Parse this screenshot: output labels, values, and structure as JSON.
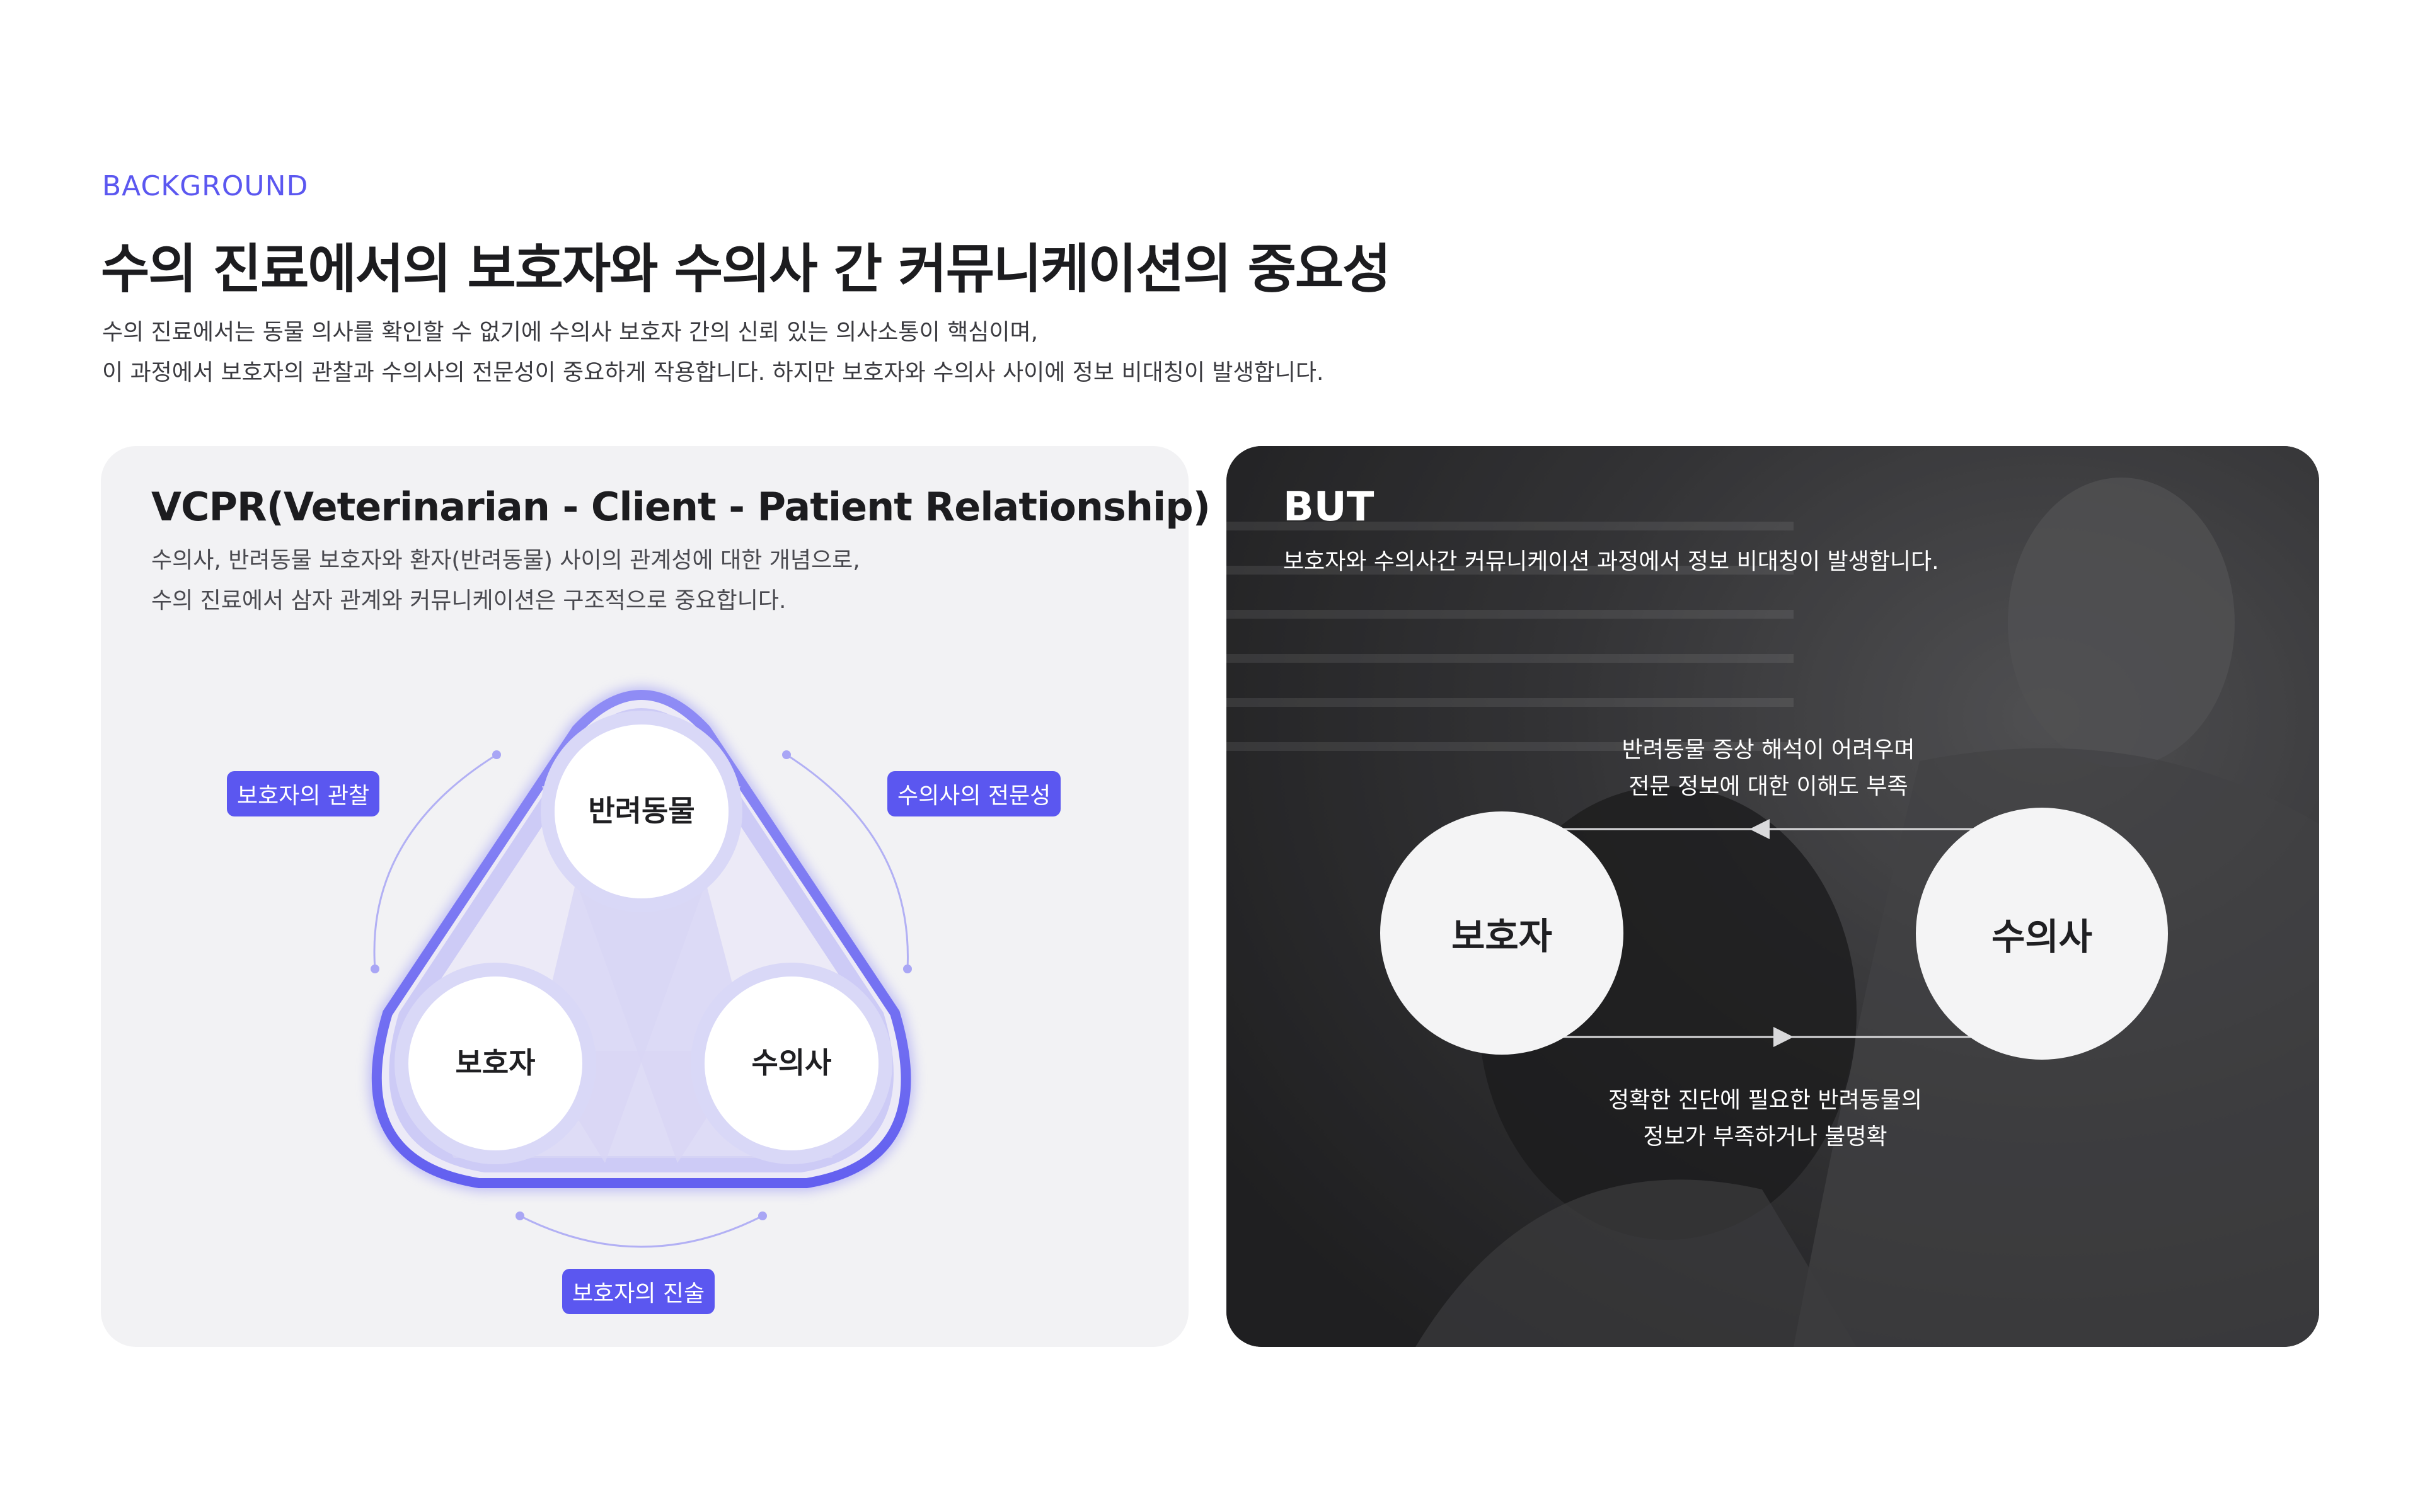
{
  "header": {
    "section_label": "BACKGROUND",
    "title": "수의 진료에서의 보호자와 수의사 간 커뮤니케이션의 중요성",
    "intro_line1": "수의 진료에서는 동물 의사를 확인할 수 없기에 수의사 보호자 간의 신뢰 있는 의사소통이 핵심이며,",
    "intro_line2": "이 과정에서 보호자의 관찰과 수의사의 전문성이 중요하게 작용합니다. 하지만 보호자와 수의사 사이에 정보 비대칭이 발생합니다."
  },
  "vcpr": {
    "title": "VCPR(Veterinarian - Client - Patient Relationship)",
    "desc_line1": "수의사, 반려동물 보호자와 환자(반려동물) 사이의 관계성에 대한 개념으로,",
    "desc_line2": "수의 진료에서 삼자 관계와 커뮤니케이션은 구조적으로 중요합니다.",
    "nodes": {
      "pet": "반려동물",
      "guardian": "보호자",
      "vet": "수의사"
    },
    "tags": {
      "observation": "보호자의 관찰",
      "expertise": "수의사의 전문성",
      "statement": "보호자의 진술"
    }
  },
  "but": {
    "title": "BUT",
    "desc": "보호자와 수의사간 커뮤니케이션 과정에서 정보 비대칭이 발생합니다.",
    "guardian": "보호자",
    "vet": "수의사",
    "top_note_line1": "반려동물 증상 해석이 어려우며",
    "top_note_line2": "전문 정보에 대한 이해도 부족",
    "bottom_note_line1": "정확한 진단에 필요한 반려동물의",
    "bottom_note_line2": "정보가 부족하거나 불명확"
  },
  "colors": {
    "accent": "#5b57f0",
    "card_bg": "#f2f2f4",
    "dark_card": "#3a3a3d"
  }
}
